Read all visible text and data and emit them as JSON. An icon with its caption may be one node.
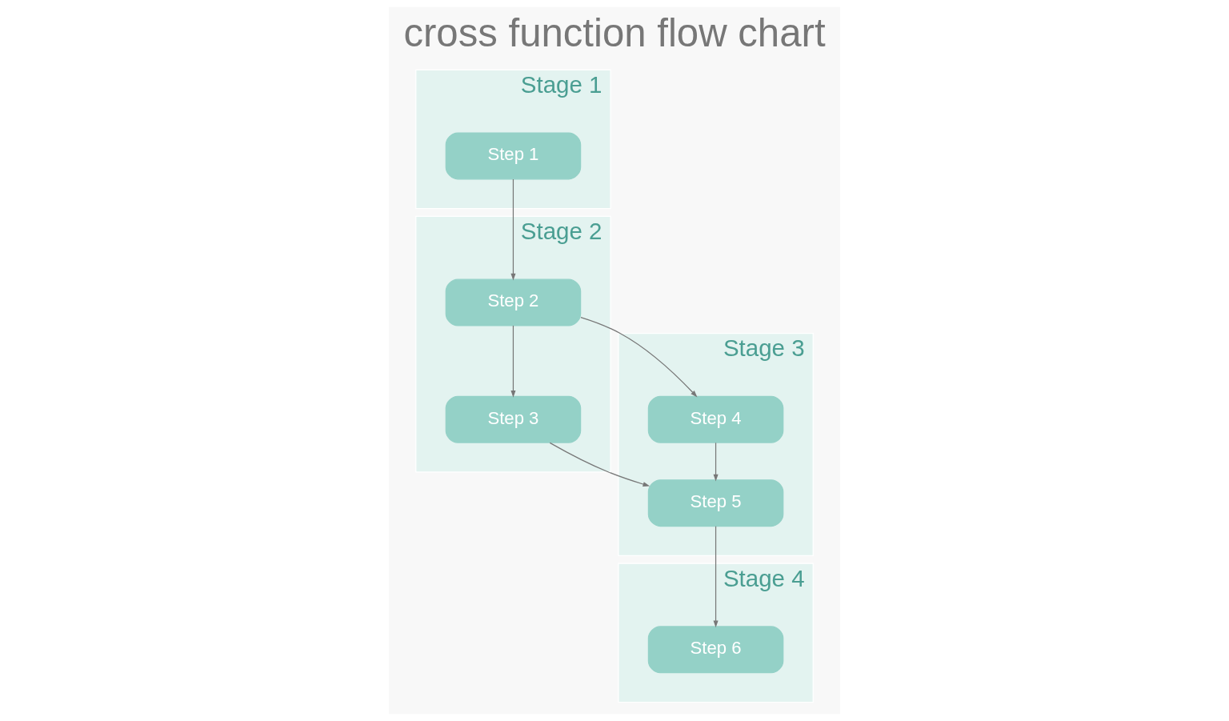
{
  "diagram": {
    "title": "cross function flow chart",
    "nodes": [
      {
        "text": [
          "Stage 1"
        ]
      },
      {
        "text": [
          "Stage 2"
        ]
      },
      {
        "text": [
          "Stage 3"
        ]
      },
      {
        "text": [
          "Stage 4"
        ]
      },
      {
        "text": [
          "Step 1"
        ],
        "in": 0
      },
      {
        "text": [
          "Step 2"
        ],
        "in": 1
      },
      {
        "text": [
          "Step 3"
        ],
        "in": 1
      },
      {
        "text": [
          "Step 4"
        ],
        "in": 2
      },
      {
        "text": [
          "Step 5"
        ],
        "in": 2
      },
      {
        "text": [
          "Step 6"
        ],
        "in": 3
      }
    ],
    "edges": [
      {
        "from": 4,
        "to": 5,
        "arrow": "to"
      },
      {
        "from": 5,
        "to": 7,
        "arrow": "to"
      },
      {
        "from": 5,
        "to": 6,
        "arrow": "to"
      },
      {
        "from": 6,
        "to": 8,
        "arrow": "to"
      },
      {
        "from": 7,
        "to": 8,
        "arrow": "to"
      },
      {
        "from": 8,
        "to": 9,
        "arrow": "to"
      }
    ]
  }
}
